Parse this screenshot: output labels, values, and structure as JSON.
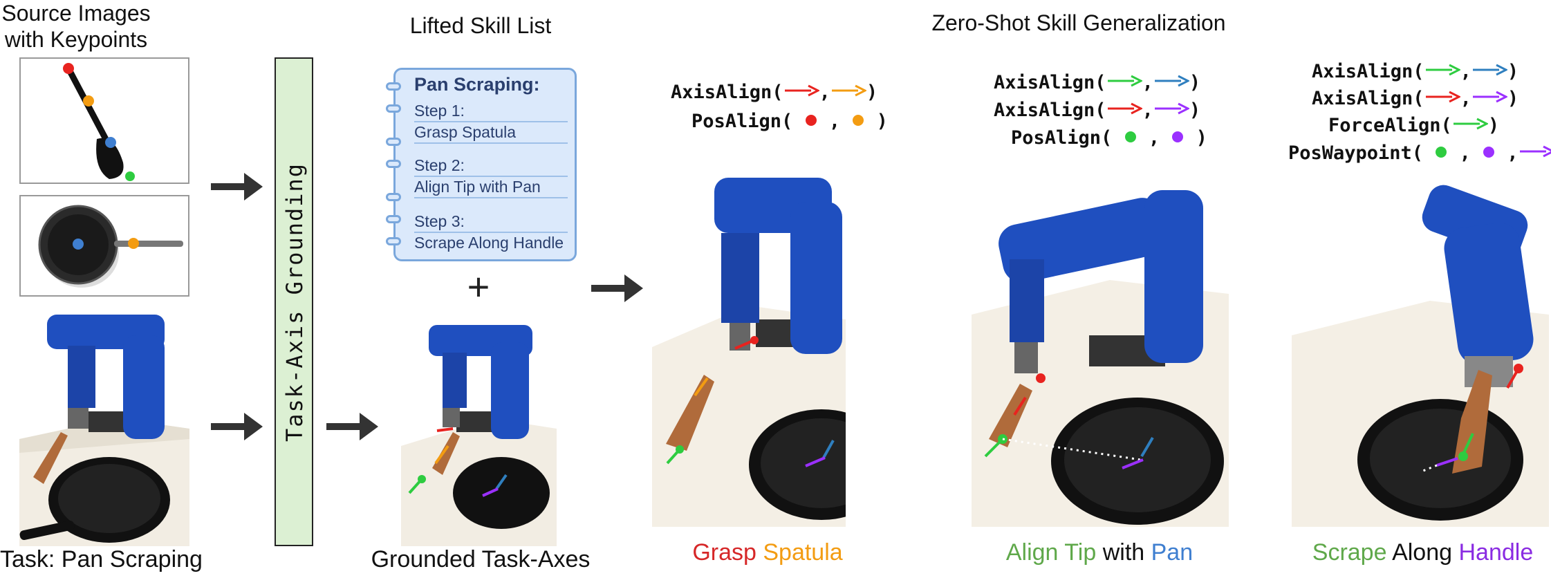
{
  "panels": {
    "source_title_line1": "Source Images",
    "source_title_line2": "with Keypoints",
    "task_caption": "Task: Pan Scraping",
    "grounding_label": "Task-Axis Grounding",
    "skill_list_title": "Lifted Skill List",
    "grounded_caption": "Grounded Task-Axes",
    "plus_sign": "+",
    "generalization_title": "Zero-Shot Skill Generalization"
  },
  "notebook": {
    "title": "Pan Scraping:",
    "steps": [
      {
        "label": "Step 1:",
        "text": "Grasp Spatula"
      },
      {
        "label": "Step 2:",
        "text": "Align Tip with Pan"
      },
      {
        "label": "Step 3:",
        "text": "Scrape Along Handle"
      }
    ]
  },
  "skills": {
    "grasp": {
      "lines": [
        "AxisAlign(",
        "PosAlign("
      ],
      "caption": [
        {
          "text": "Grasp",
          "color": "#d62728"
        },
        {
          "text": " ",
          "color": "#111111"
        },
        {
          "text": "Spatula",
          "color": "#f39c12"
        }
      ]
    },
    "align": {
      "lines": [
        "AxisAlign(",
        "AxisAlign(",
        "PosAlign("
      ],
      "caption": [
        {
          "text": "Align Tip",
          "color": "#5fa84a"
        },
        {
          "text": " with ",
          "color": "#111111"
        },
        {
          "text": "Pan",
          "color": "#3f7fd0"
        }
      ]
    },
    "scrape": {
      "lines": [
        "AxisAlign(",
        "AxisAlign(",
        "ForceAlign(",
        "PosWaypoint("
      ],
      "caption": [
        {
          "text": "Scrape",
          "color": "#5fa84a"
        },
        {
          "text": " Along ",
          "color": "#111111"
        },
        {
          "text": "Handle",
          "color": "#8a2be2"
        }
      ]
    }
  },
  "colors": {
    "red": "#e8231f",
    "orange": "#f39c12",
    "green": "#2ecc40",
    "blue": "#2f7fbf",
    "purple": "#9b30ff",
    "robot": "#1f4fbf"
  }
}
